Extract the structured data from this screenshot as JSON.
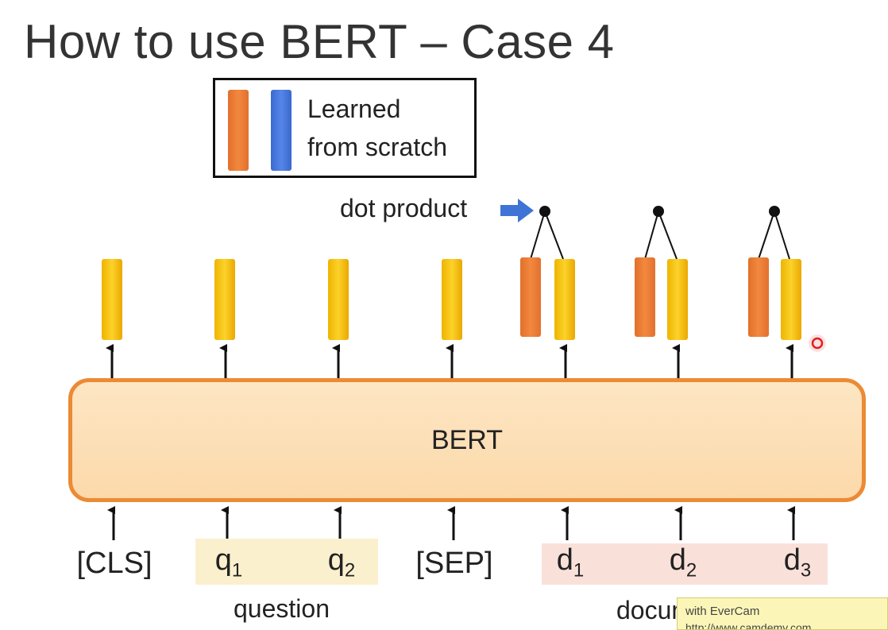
{
  "title": "How to use BERT – Case 4",
  "legend": {
    "line1": "Learned",
    "line2": "from scratch"
  },
  "dot_product_label": "dot product",
  "bert_label": "BERT",
  "tokens": {
    "cls": "[CLS]",
    "q1": "q",
    "q1_sub": "1",
    "q2": "q",
    "q2_sub": "2",
    "sep": "[SEP]",
    "d1": "d",
    "d1_sub": "1",
    "d2": "d",
    "d2_sub": "2",
    "d3": "d",
    "d3_sub": "3"
  },
  "groups": {
    "question": "question",
    "document": "document"
  },
  "watermark": {
    "line1": "with EverCam",
    "line2": "http://www.camdemy.com"
  },
  "colors": {
    "orange": "#ec8a35",
    "blue": "#4a78dc",
    "yellow": "#f9c712",
    "question_band": "#fbf0cd",
    "document_band": "#f9e1da"
  }
}
